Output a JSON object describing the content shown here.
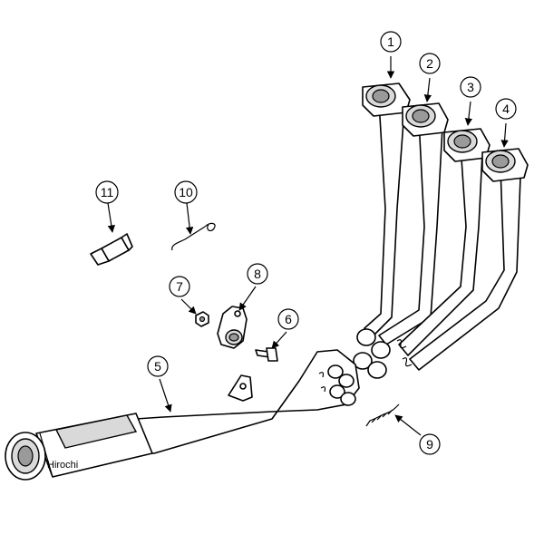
{
  "callouts": [
    {
      "label": "1"
    },
    {
      "label": "2"
    },
    {
      "label": "3"
    },
    {
      "label": "4"
    },
    {
      "label": "5"
    },
    {
      "label": "6"
    },
    {
      "label": "7"
    },
    {
      "label": "8"
    },
    {
      "label": "9"
    },
    {
      "label": "10"
    },
    {
      "label": "11"
    }
  ],
  "watermark": "Hirochi"
}
